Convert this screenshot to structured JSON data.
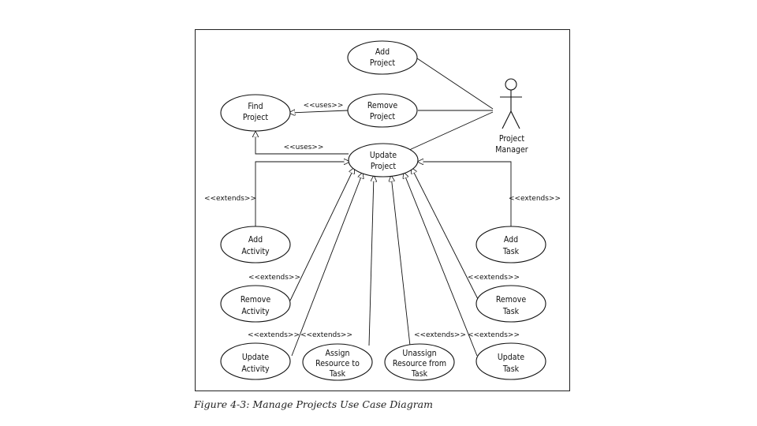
{
  "diagram": {
    "actors": [
      {
        "id": "project-manager",
        "label_lines": [
          "Project",
          "Manager"
        ]
      }
    ],
    "use_cases": [
      {
        "id": "add-project",
        "label_lines": [
          "Add",
          "Project"
        ]
      },
      {
        "id": "remove-project",
        "label_lines": [
          "Remove",
          "Project"
        ]
      },
      {
        "id": "find-project",
        "label_lines": [
          "Find",
          "Project"
        ]
      },
      {
        "id": "update-project",
        "label_lines": [
          "Update",
          "Project"
        ]
      },
      {
        "id": "add-activity",
        "label_lines": [
          "Add",
          "Activity"
        ]
      },
      {
        "id": "remove-activity",
        "label_lines": [
          "Remove",
          "Activity"
        ]
      },
      {
        "id": "update-activity",
        "label_lines": [
          "Update",
          "Activity"
        ]
      },
      {
        "id": "assign-resource",
        "label_lines": [
          "Assign",
          "Resource to",
          "Task"
        ]
      },
      {
        "id": "unassign-resource",
        "label_lines": [
          "Unassign",
          "Resource from",
          "Task"
        ]
      },
      {
        "id": "update-task",
        "label_lines": [
          "Update",
          "Task"
        ]
      },
      {
        "id": "remove-task",
        "label_lines": [
          "Remove",
          "Task"
        ]
      },
      {
        "id": "add-task",
        "label_lines": [
          "Add",
          "Task"
        ]
      }
    ],
    "relationships": [
      {
        "type": "association",
        "from": "project-manager",
        "to": "add-project"
      },
      {
        "type": "association",
        "from": "project-manager",
        "to": "remove-project"
      },
      {
        "type": "association",
        "from": "project-manager",
        "to": "update-project"
      },
      {
        "type": "uses",
        "label": "<<uses>>",
        "from": "remove-project",
        "to": "find-project"
      },
      {
        "type": "uses",
        "label": "<<uses>>",
        "from": "update-project",
        "to": "find-project"
      },
      {
        "type": "extends",
        "label": "<<extends>>",
        "from": "add-activity",
        "to": "update-project"
      },
      {
        "type": "extends",
        "label": "<<extends>>",
        "from": "remove-activity",
        "to": "update-project"
      },
      {
        "type": "extends",
        "label": "<<extends>>",
        "from": "update-activity",
        "to": "update-project"
      },
      {
        "type": "extends",
        "label": "<<extends>>",
        "from": "assign-resource",
        "to": "update-project"
      },
      {
        "type": "extends",
        "label": "<<extends>>",
        "from": "unassign-resource",
        "to": "update-project"
      },
      {
        "type": "extends",
        "label": "<<extends>>",
        "from": "update-task",
        "to": "update-project"
      },
      {
        "type": "extends",
        "label": "<<extends>>",
        "from": "remove-task",
        "to": "update-project"
      },
      {
        "type": "extends",
        "label": "<<extends>>",
        "from": "add-task",
        "to": "update-project"
      }
    ]
  },
  "caption": "Figure 4-3: Manage Projects Use Case Diagram"
}
